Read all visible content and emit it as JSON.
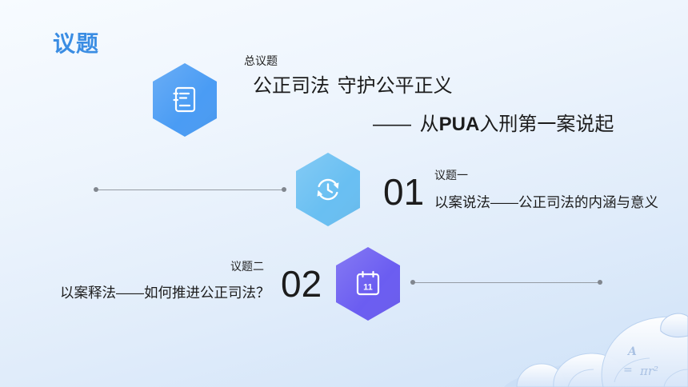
{
  "slide": {
    "title": "议题",
    "title_color": "#3a8de3"
  },
  "main_topic": {
    "label": "总议题",
    "title": "公正司法 守护公平正义",
    "subtitle_prefix": "—— 从",
    "subtitle_highlight": "PUA",
    "subtitle_suffix": "入刑第一案说起",
    "icon": "notebook-icon",
    "hex_color": "#4a9cf4"
  },
  "topics": [
    {
      "number": "01",
      "label": "议题一",
      "title": "以案说法——公正司法的内涵与意义",
      "icon": "refresh-clock-icon",
      "hex_color": "#69bff2"
    },
    {
      "number": "02",
      "label": "议题二",
      "title": "以案释法——如何推进公正司法？",
      "icon": "calendar-icon",
      "calendar_day": "11",
      "hex_color": "#6b5df1"
    }
  ],
  "decoration": {
    "formula_letter": "A",
    "formula_equals": "=",
    "formula_rhs": "πr²"
  }
}
